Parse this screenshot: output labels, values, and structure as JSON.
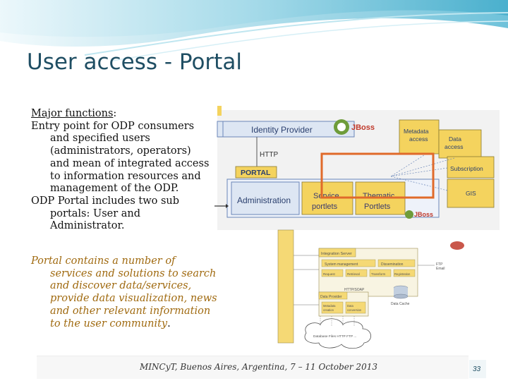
{
  "slide": {
    "title": "User access - Portal",
    "bullets": {
      "heading": "Major functions",
      "heading_colon": ":",
      "l1": "Entry point for ODP consumers",
      "l2": "and specified users",
      "l3": "(administrators, operators)",
      "l4": "and mean of integrated access",
      "l5": "to information resources and",
      "l6": "management of the ODP.",
      "l7": "ODP Portal includes two sub",
      "l8": "portals: User and",
      "l9": "Administrator."
    },
    "italic": {
      "l1": "Portal contains a number of",
      "l2": "services and solutions to search",
      "l3": "and discover data/services,",
      "l4": "provide data visualization, news",
      "l5": "and other relevant information",
      "l6": "to the user community",
      "l6_end": "."
    },
    "footer": "MINCyT, Buenos Aires, Argentina, 7 – 11 October 2013",
    "page_number": "33"
  },
  "diagram": {
    "identity_provider": "Identity Provider",
    "jboss": "JBoss",
    "http": "HTTP",
    "portal": "PORTAL",
    "administration": "Administration",
    "service_portlets_1": "Service",
    "service_portlets_2": "portlets",
    "thematic_portlets_1": "Thematic",
    "thematic_portlets_2": "Portlets",
    "metadata_access_1": "Metadata",
    "metadata_access_2": "access",
    "data_access_1": "Data",
    "data_access_2": "access",
    "subscription": "Subscription",
    "gis": "GIS",
    "integration_server": "Integration Server",
    "system_management": "System management",
    "dissemination": "Dissemination",
    "request": "Request",
    "retrieval": "Retrieval",
    "transform": "Transform",
    "registration": "Registration",
    "data_provider": "Data Provider",
    "metadata_creation_1": "Metadata",
    "metadata_creation_2": "creation",
    "data_conversion_1": "Data",
    "data_conversion_2": "conversion",
    "data_cache": "Data Cache",
    "ftp_email_1": "FTP",
    "ftp_email_2": "Email",
    "http2": "HTTP/SOAP",
    "cloud_items": "Database   Files   HTTP   FTP   ..."
  },
  "colors": {
    "title": "#1f4e63",
    "italic_text": "#a06a10",
    "box_yellow": "#f4d35e",
    "box_blue_fill": "#dde6f3",
    "highlight": "#e06a2a",
    "accent_teal": "#2a9bb4"
  }
}
